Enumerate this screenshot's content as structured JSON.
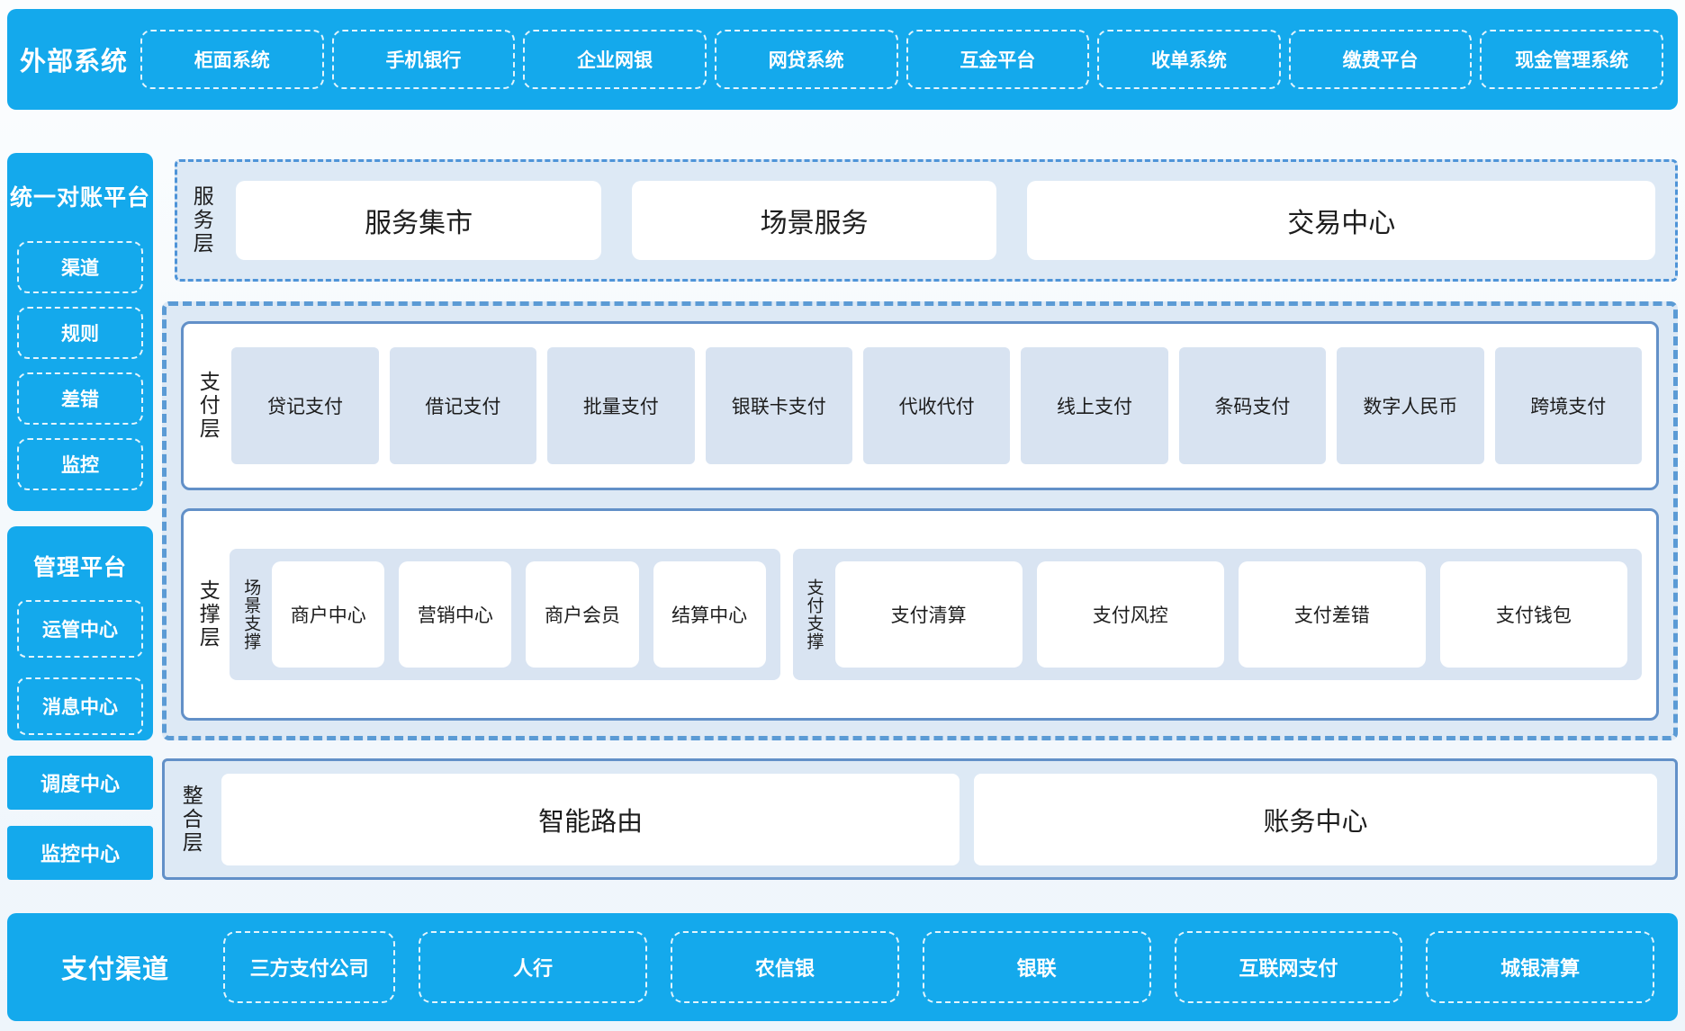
{
  "colors": {
    "primary_blue": "#14a9ec",
    "panel_bg": "#dde9f5",
    "cell_bg": "#d8e3f1",
    "subpanel_bg": "#d9e4f2",
    "panel_border": "#6290c8",
    "dashed_border": "#5b9bd5",
    "text_dark": "#1d1d1d",
    "text_light": "#ffffff"
  },
  "top_bar": {
    "title": "外部系统",
    "items": [
      "柜面系统",
      "手机银行",
      "企业网银",
      "网贷系统",
      "互金平台",
      "收单系统",
      "缴费平台",
      "现金管理系统"
    ]
  },
  "sidebar": {
    "recon_platform": {
      "title": "统一对账平台",
      "items": [
        "渠道",
        "规则",
        "差错",
        "监控"
      ]
    },
    "mgmt_platform": {
      "title": "管理平台",
      "items": [
        "运管中心",
        "消息中心"
      ]
    },
    "solo_blocks": [
      "调度中心",
      "监控中心"
    ]
  },
  "service_layer": {
    "label": "服务层",
    "items": [
      "服务集市",
      "场景服务",
      "交易中心"
    ]
  },
  "payment_layer": {
    "label": "支付层",
    "items": [
      "贷记支付",
      "借记支付",
      "批量支付",
      "银联卡支付",
      "代收代付",
      "线上支付",
      "条码支付",
      "数字人民币",
      "跨境支付"
    ]
  },
  "support_layer": {
    "label": "支撑层",
    "groups": [
      {
        "label": "场景支撑",
        "items": [
          "商户中心",
          "营销中心",
          "商户会员",
          "结算中心"
        ]
      },
      {
        "label": "支付支撑",
        "items": [
          "支付清算",
          "支付风控",
          "支付差错",
          "支付钱包"
        ]
      }
    ]
  },
  "integration_layer": {
    "label": "整合层",
    "items": [
      "智能路由",
      "账务中心"
    ]
  },
  "bottom_bar": {
    "title": "支付渠道",
    "items": [
      "三方支付公司",
      "人行",
      "农信银",
      "银联",
      "互联网支付",
      "城银清算"
    ]
  }
}
